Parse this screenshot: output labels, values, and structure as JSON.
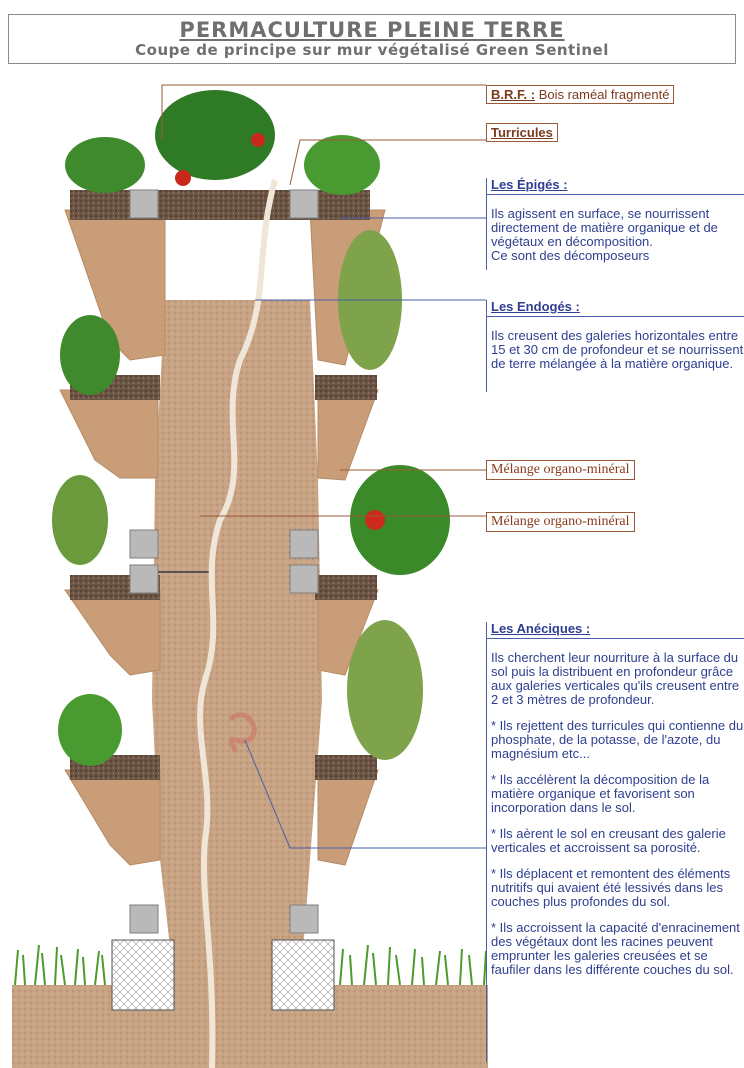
{
  "title": {
    "main": "PERMACULTURE PLEINE TERRE",
    "sub": "Coupe de principe sur mur végétalisé Green Sentinel"
  },
  "labels": {
    "brf_key": "B.R.F. :",
    "brf_value": "Bois raméal fragmenté",
    "turricules": "Turricules",
    "melange1": "Mélange organo-minéral",
    "melange2": "Mélange organo-minéral"
  },
  "epiges": {
    "heading": "Les Épigés :",
    "text": "Ils agissent en surface, se nourrissent directement de matière organique et de végétaux en décomposition.",
    "text2": "Ce sont des décomposeurs"
  },
  "endoges": {
    "heading": "Les Endogés :",
    "text": "Ils creusent des galeries horizontales entre 15 et 30 cm de profondeur et se nourrissent de terre mélangée à la matière organique."
  },
  "aneciques": {
    "heading": "Les Anéciques :",
    "intro": "Ils cherchent leur nourriture à la surface du sol puis la distribuent en profondeur grâce aux galeries verticales qu'ils creusent entre 2 et 3 mètres de profondeur.",
    "points": [
      "* Ils rejettent des turricules qui contienne du phosphate, de la potasse, de l'azote, du magnésium etc...",
      "* Ils accélèrent la décomposition de la matière organique et favorisent son incorporation dans le sol.",
      "* Ils aèrent le sol en creusant des galerie verticales et accroissent sa porosité.",
      "* Ils déplacent et remontent des éléments nutritifs qui avaient été lessivés dans les couches plus profondes du sol.",
      "* Ils accroissent la capacité d'enracinement des végétaux dont les racines peuvent emprunter les galeries creusées et se faufiler dans les différente couches du sol."
    ]
  },
  "colors": {
    "soil": "#c8a383",
    "soil_dark": "#b88e6c",
    "pot": "#c99d78",
    "brf": "#5a4636",
    "grass": "#4f9a2e",
    "label_brown": "#8b3a1b",
    "label_blue": "#2f3f8f"
  }
}
